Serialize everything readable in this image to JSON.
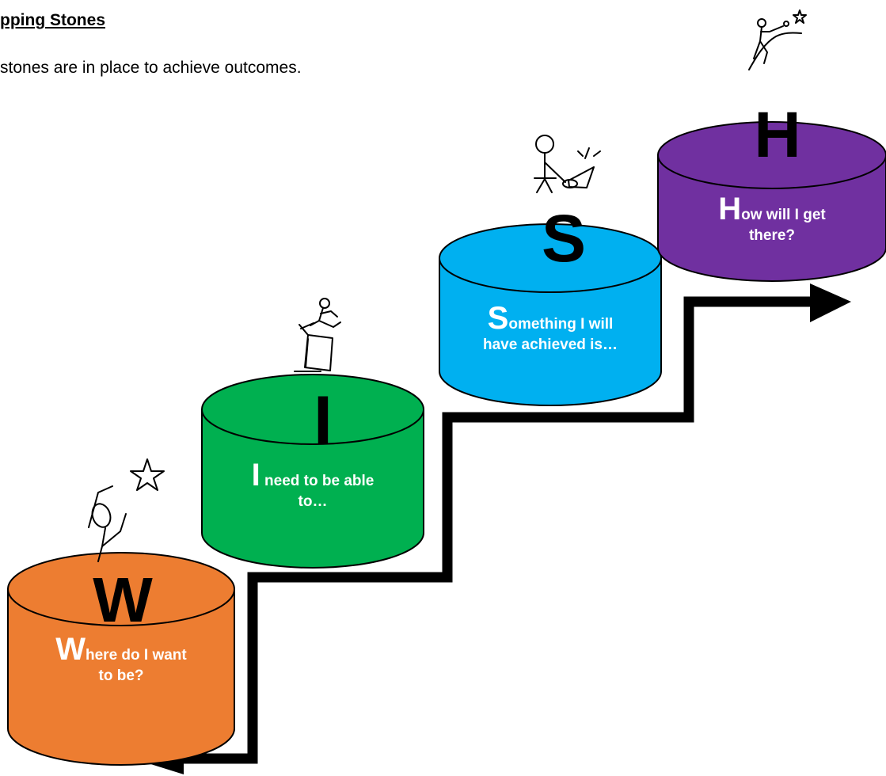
{
  "header": {
    "heading": "pping Stones",
    "intro": "stones are in place to achieve outcomes."
  },
  "colors": {
    "w": "#ED7D31",
    "i": "#00B050",
    "s": "#00B0F0",
    "h": "#7030A0",
    "path": "#000000",
    "caption_text": "#FFFFFF"
  },
  "stones": [
    {
      "letter": "W",
      "caption_initial": "W",
      "caption_line1": "here do I want",
      "caption_line2": "to be?",
      "icon": "reaching-for-star-icon"
    },
    {
      "letter": "I",
      "caption_initial": "I",
      "caption_line1": " need to be able",
      "caption_line2": "to…",
      "icon": "hurdler-icon"
    },
    {
      "letter": "S",
      "caption_initial": "S",
      "caption_line1": "omething I will",
      "caption_line2": "have achieved is…",
      "icon": "person-with-achievement-icon"
    },
    {
      "letter": "H",
      "caption_initial": "H",
      "caption_line1": "ow will I get",
      "caption_line2": "there?",
      "icon": "climber-with-star-icon"
    }
  ]
}
